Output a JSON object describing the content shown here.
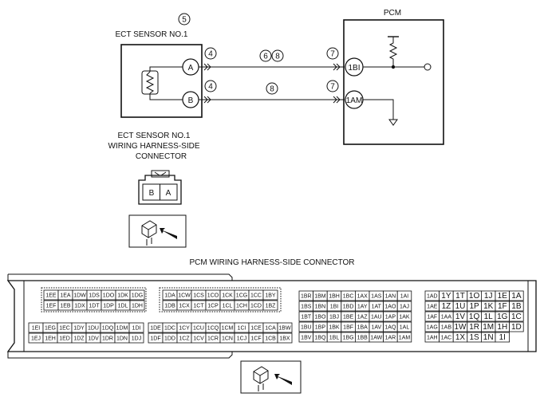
{
  "pcm": {
    "title": "PCM",
    "term1": "1BI",
    "term2": "1AM"
  },
  "sensor": {
    "callout": "5",
    "title": "ECT SENSOR NO.1",
    "pinA": "A",
    "pinB": "B",
    "caption": [
      "ECT SENSOR NO.1",
      "WIRING HARNESS-SIDE",
      "CONNECTOR"
    ],
    "connector_pins": [
      "B",
      "A"
    ]
  },
  "wires": {
    "top": {
      "sensor_callout": "4",
      "mid_callouts": [
        "6",
        "8"
      ],
      "pcm_callout": "7"
    },
    "bottom": {
      "sensor_callout": "4",
      "mid_callouts": [
        "8"
      ],
      "pcm_callout": "7"
    }
  },
  "pcm_connector": {
    "title": "PCM WIRING HARNESS-SIDE CONNECTOR",
    "block1": {
      "row1": [
        "1EE",
        "1EA",
        "1DW",
        "1DS",
        "1DO",
        "1DK",
        "1DG"
      ],
      "row2": [
        "1EF",
        "1EB",
        "1DX",
        "1DT",
        "1DP",
        "1DL",
        "1DH"
      ],
      "row3": [
        "1EI",
        "1EG",
        "1EC",
        "1DY",
        "1DU",
        "1DQ",
        "1DM",
        "1DI"
      ],
      "row4": [
        "1EJ",
        "1EH",
        "1ED",
        "1DZ",
        "1DV",
        "1DR",
        "1DN",
        "1DJ"
      ]
    },
    "block2": {
      "row1": [
        "1DA",
        "1CW",
        "1CS",
        "1CO",
        "1CK",
        "1CG",
        "1CC",
        "1BY"
      ],
      "row2": [
        "1DB",
        "1CX",
        "1CT",
        "1CP",
        "1CL",
        "1CH",
        "1CD",
        "1BZ"
      ],
      "row3": [
        "1DE",
        "1DC",
        "1CY",
        "1CU",
        "1CQ",
        "1CM",
        "1CI",
        "1CE",
        "1CA",
        "1BW"
      ],
      "row4": [
        "1DF",
        "1DD",
        "1CZ",
        "1CV",
        "1CR",
        "1CN",
        "1CJ",
        "1CF",
        "1CB",
        "1BX"
      ]
    },
    "block3": {
      "row1": [
        "1BR",
        "1BM",
        "1BH",
        "1BC",
        "1AX",
        "1AS",
        "1AN",
        "1AI"
      ],
      "row2": [
        "1BS",
        "1BN",
        "1BI",
        "1BD",
        "1AY",
        "1AT",
        "1AO",
        "1AJ"
      ],
      "row3": [
        "1BT",
        "1BO",
        "1BJ",
        "1BE",
        "1AZ",
        "1AU",
        "1AP",
        "1AK"
      ],
      "row4": [
        "1BU",
        "1BP",
        "1BK",
        "1BF",
        "1BA",
        "1AV",
        "1AQ",
        "1AL"
      ],
      "row5": [
        "1BV",
        "1BQ",
        "1BL",
        "1BG",
        "1BB",
        "1AW",
        "1AR",
        "1AM"
      ]
    },
    "block4": {
      "row1": [
        "1AD",
        "1Y",
        "1T",
        "1O",
        "1J",
        "1E",
        "1A"
      ],
      "row2": [
        "1AE",
        "1Z",
        "1U",
        "1P",
        "1K",
        "1F",
        "1B"
      ],
      "row3": [
        "1AF",
        "1AA",
        "1V",
        "1Q",
        "1L",
        "1G",
        "1C"
      ],
      "row4": [
        "1AG",
        "1AB",
        "1W",
        "1R",
        "1M",
        "1H",
        "1D"
      ],
      "row5": [
        "1AH",
        "1AC",
        "1X",
        "1S",
        "1N",
        "1I"
      ]
    }
  }
}
